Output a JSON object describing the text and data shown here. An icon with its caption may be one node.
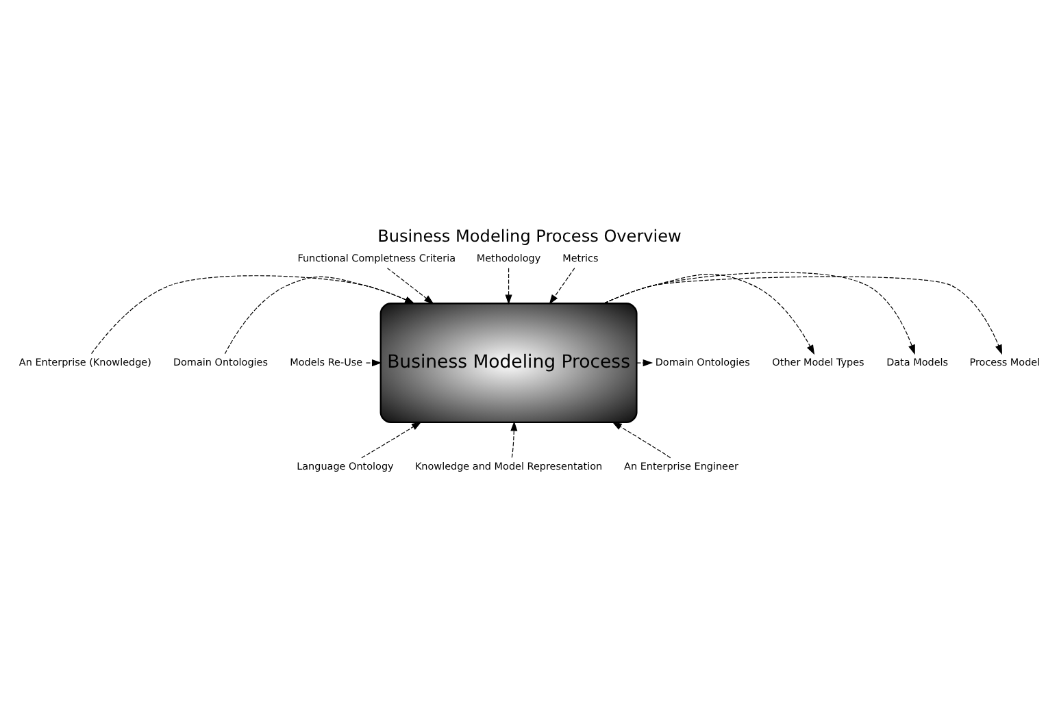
{
  "diagram": {
    "title": "Business Modeling Process Overview",
    "nodes": [
      {
        "text": [
          "Business Modeling Process"
        ]
      },
      {
        "text": [
          "Functional Completness Criteria"
        ]
      },
      {
        "text": [
          "Methodology"
        ]
      },
      {
        "text": [
          "Metrics"
        ]
      },
      {
        "text": [
          "An Enterprise (Knowledge)"
        ]
      },
      {
        "text": [
          "Domain Ontologies"
        ]
      },
      {
        "text": [
          "Models Re-Use"
        ]
      },
      {
        "text": [
          "Process Model"
        ]
      },
      {
        "text": [
          "Data Models"
        ]
      },
      {
        "text": [
          "Other Model Types"
        ]
      },
      {
        "text": [
          "Domain Ontologies"
        ]
      },
      {
        "text": [
          "Language Ontology"
        ]
      },
      {
        "text": [
          "Knowledge and Model Representation"
        ]
      },
      {
        "text": [
          "An Enterprise Engineer"
        ]
      }
    ],
    "edges": [
      {
        "from": 1,
        "to": 0,
        "arrow": "to",
        "style": "dashed"
      },
      {
        "from": 2,
        "to": 0,
        "arrow": "to",
        "style": "dashed"
      },
      {
        "from": 3,
        "to": 0,
        "arrow": "to",
        "style": "dashed"
      },
      {
        "from": 4,
        "to": 0,
        "arrow": "to",
        "style": "dashed"
      },
      {
        "from": 5,
        "to": 0,
        "arrow": "to",
        "style": "dashed"
      },
      {
        "from": 6,
        "to": 0,
        "arrow": "to",
        "style": "dashed"
      },
      {
        "from": 0,
        "to": 7,
        "arrow": "to",
        "style": "dashed"
      },
      {
        "from": 0,
        "to": 8,
        "arrow": "to",
        "style": "dashed"
      },
      {
        "from": 0,
        "to": 9,
        "arrow": "to",
        "style": "dashed"
      },
      {
        "from": 0,
        "to": 10,
        "arrow": "to",
        "style": "dashed"
      },
      {
        "from": 11,
        "to": 0,
        "arrow": "to",
        "style": "dashed"
      },
      {
        "from": 12,
        "to": 0,
        "arrow": "to",
        "style": "dashed"
      },
      {
        "from": 13,
        "to": 0,
        "arrow": "to",
        "style": "dashed"
      }
    ]
  }
}
